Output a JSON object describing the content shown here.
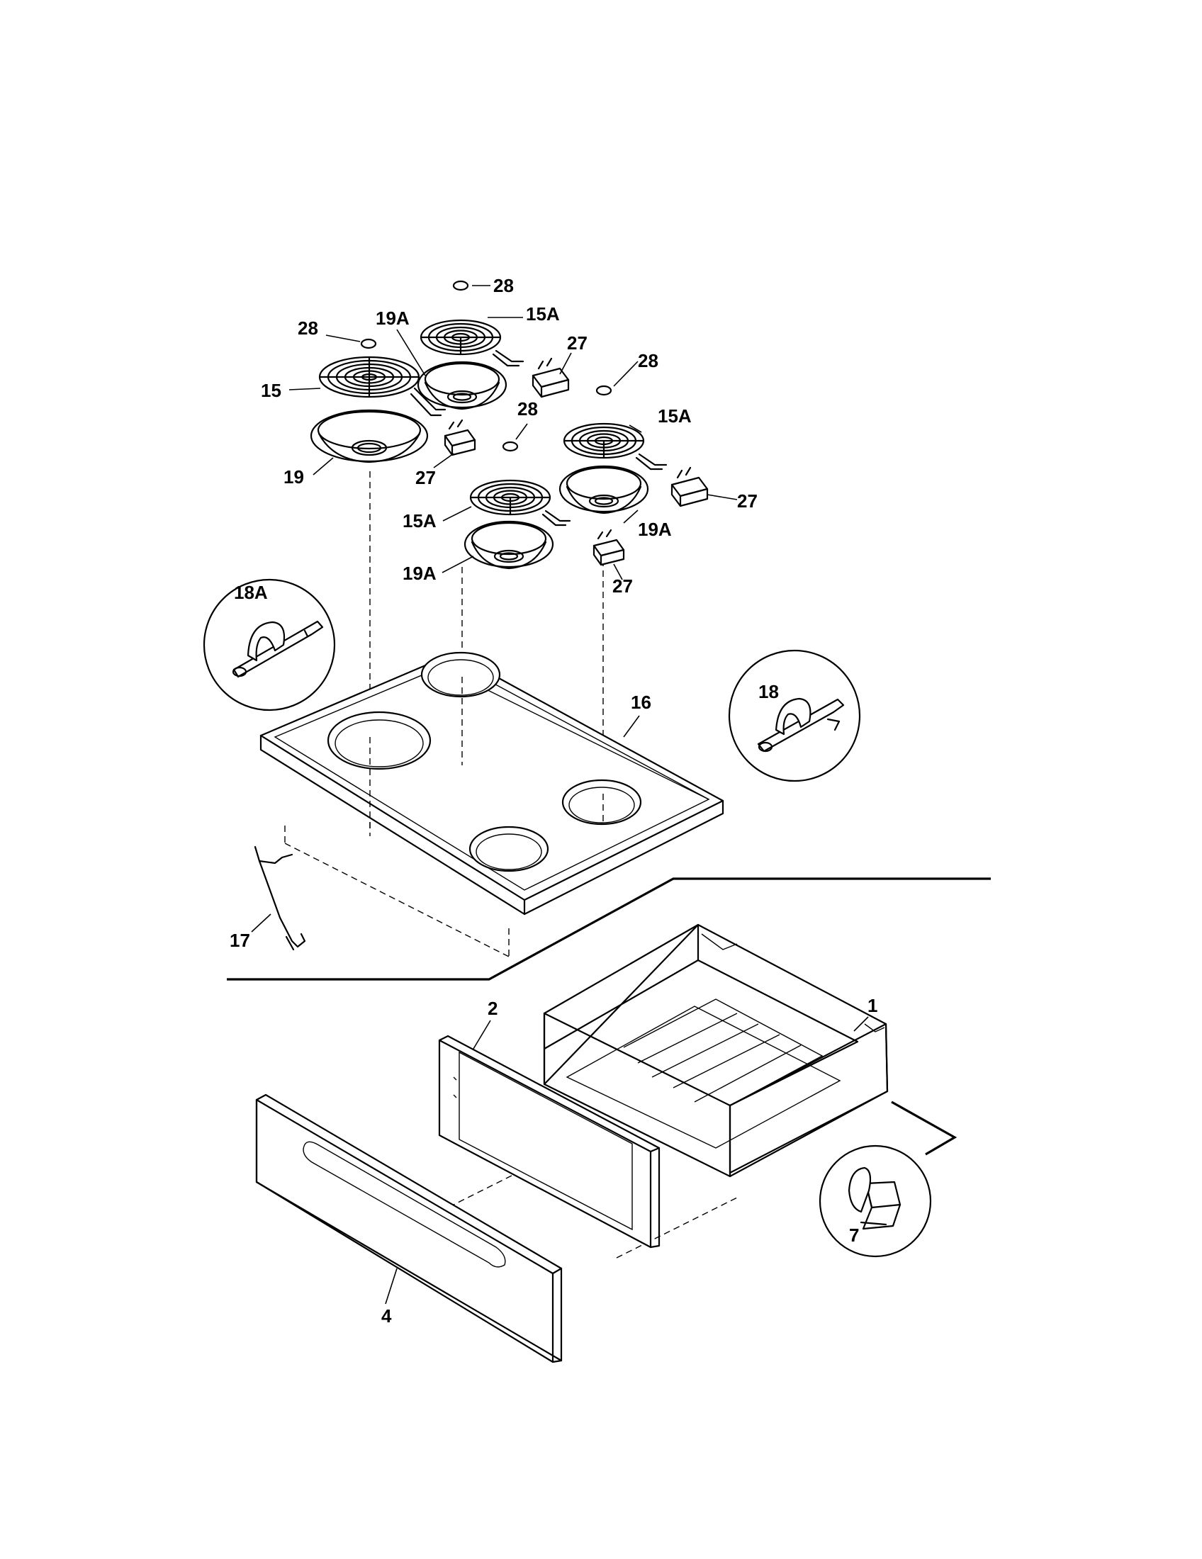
{
  "callouts": {
    "c28_top": "28",
    "c15A_top": "15A",
    "c28_left": "28",
    "c19A_top": "19A",
    "c27_top": "27",
    "c28_right": "28",
    "c15": "15",
    "c15A_right": "15A",
    "c28_mid": "28",
    "c19": "19",
    "c27_mid": "27",
    "c27_right": "27",
    "c15A_mid": "15A",
    "c19A_right": "19A",
    "c19A_mid": "19A",
    "c27_low": "27",
    "c18A": "18A",
    "c16": "16",
    "c18": "18",
    "c17": "17",
    "c1": "1",
    "c2": "2",
    "c7": "7",
    "c4": "4"
  },
  "colors": {
    "line": "#000000",
    "background": "#ffffff"
  }
}
